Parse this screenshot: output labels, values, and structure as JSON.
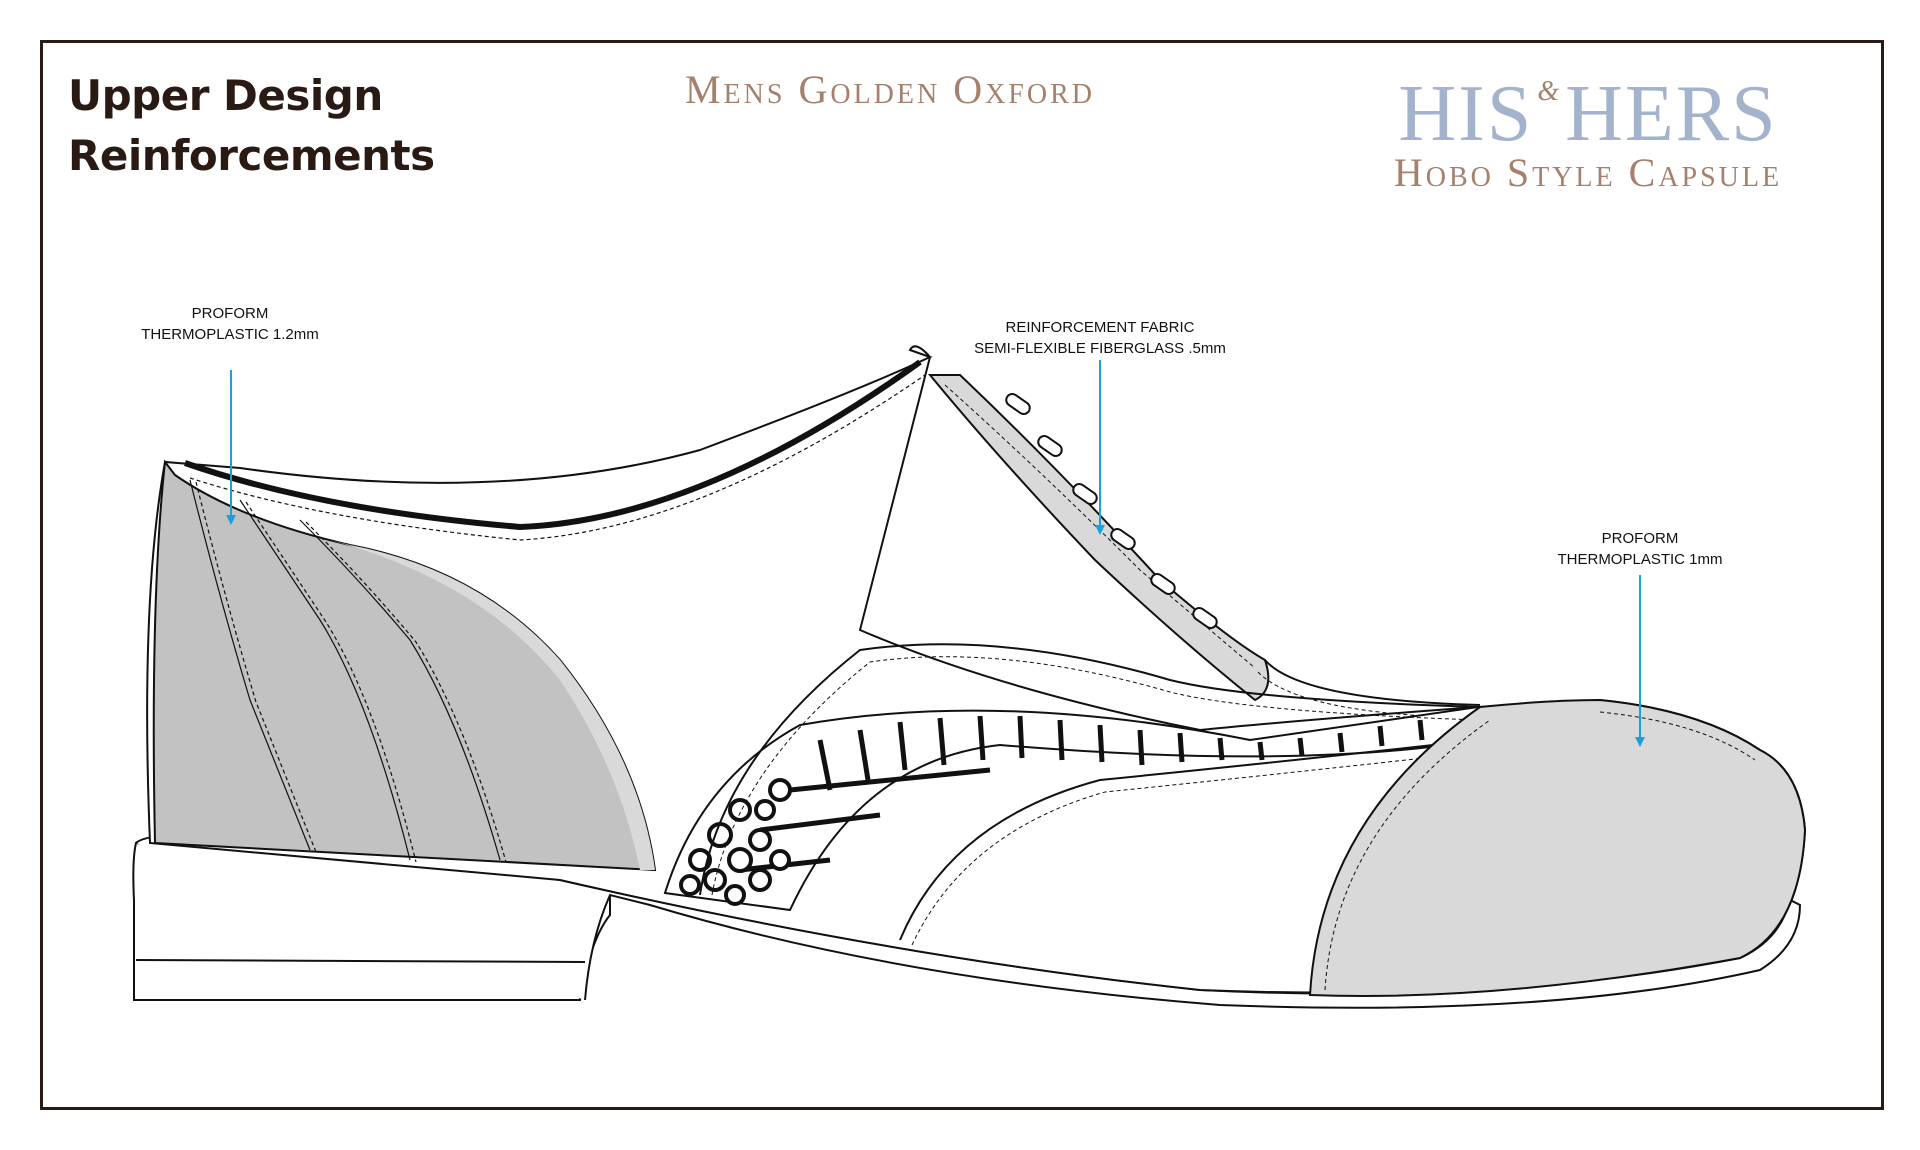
{
  "header": {
    "title_line1": "Upper Design",
    "title_line2": "Reinforcements",
    "product": "Mens Golden Oxford"
  },
  "brand": {
    "his": "HIS",
    "amp": "&",
    "hers": "HERS",
    "subtitle": "Hobo Style Capsule"
  },
  "callouts": {
    "heel": {
      "line1": "PROFORM",
      "line2_main": "THERMOPLASTIC 1.2",
      "line2_unit": "mm"
    },
    "quarter": {
      "line1": "REINFORCEMENT FABRIC",
      "line2_main": "SEMI-FLEXIBLE FIBERGLASS .5",
      "line2_unit": "mm"
    },
    "toe": {
      "line1": "PROFORM",
      "line2_main": "THERMOPLASTIC 1",
      "line2_unit": "mm"
    }
  },
  "colors": {
    "frame": "#2a1a14",
    "accent_brown": "#a4806d",
    "accent_blue": "#a3b3cc",
    "arrow": "#1aa0dd",
    "reinforcement_fill": "#d9d9d9",
    "counter_fill": "#c2c2c2"
  }
}
